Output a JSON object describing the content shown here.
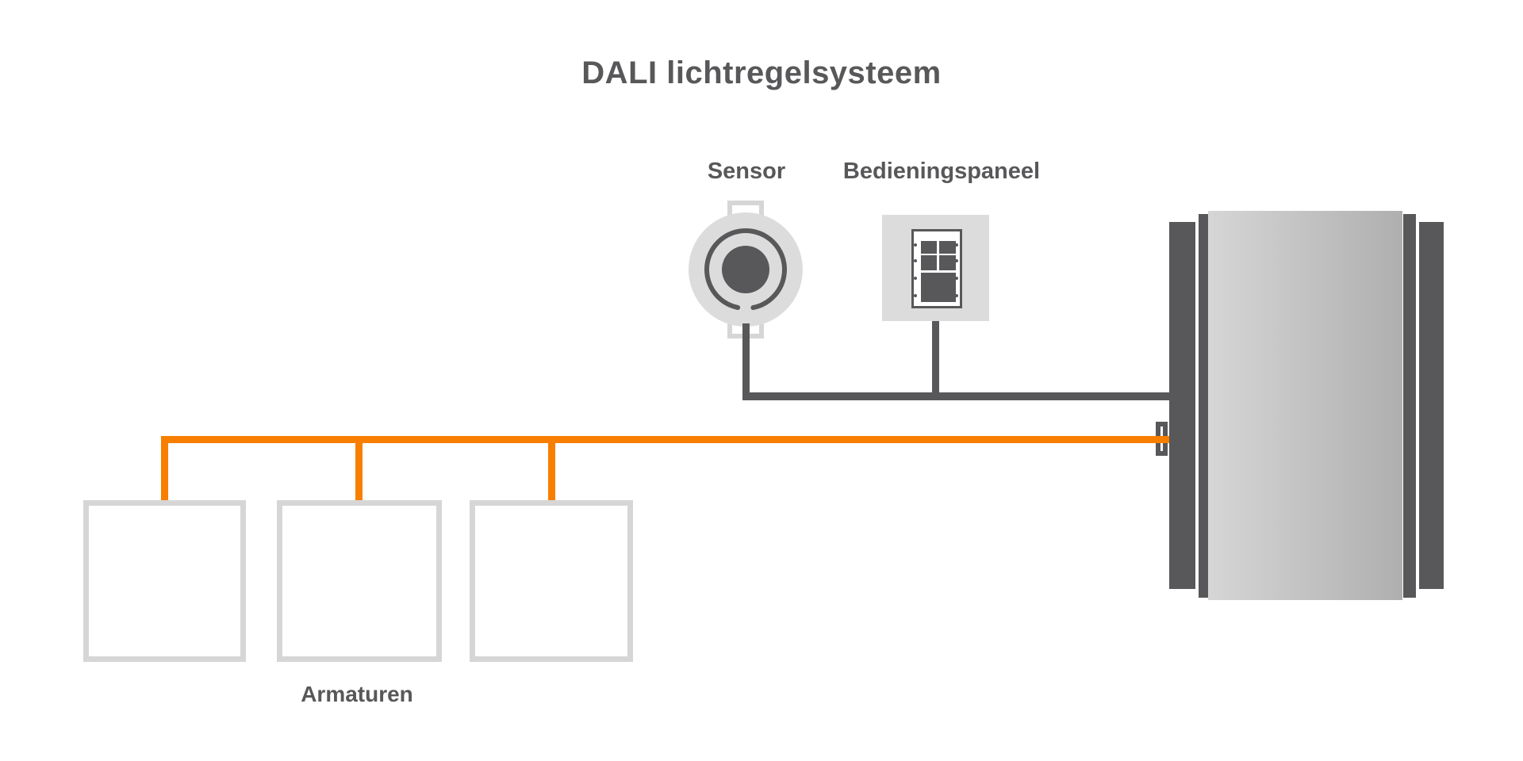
{
  "title": "DALI lichtregelsysteem",
  "labels": {
    "sensor": "Sensor",
    "control_panel": "Bedieningspaneel",
    "fixtures": "Armaturen"
  },
  "diagram": {
    "type": "schematic",
    "fixture_count": 3,
    "components": [
      "sensor",
      "control-panel",
      "dali-controller",
      "fixtures"
    ],
    "bus_wire": "orange",
    "control_wire": "dark-gray"
  },
  "colors": {
    "text": "#58585A",
    "dark": "#58585A",
    "light": "#DCDCDC",
    "outline": "#D6D6D6",
    "orange": "#F87E00",
    "gradStart": "#D6D6D6",
    "gradEnd": "#AFAFAF",
    "background": "#FFFFFF"
  }
}
